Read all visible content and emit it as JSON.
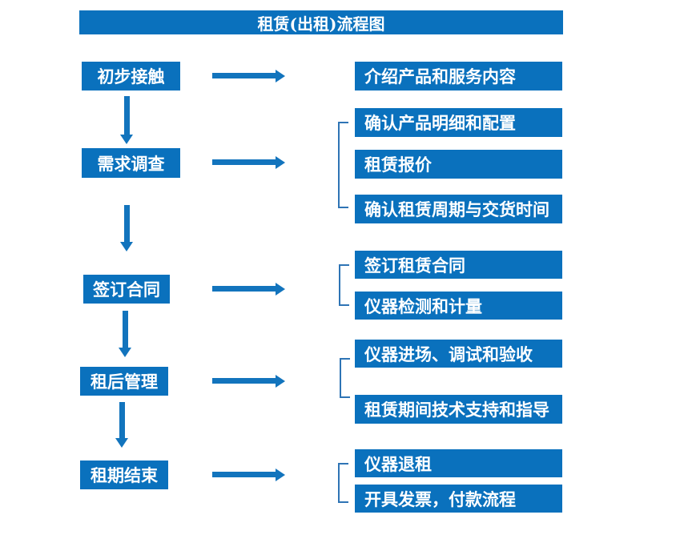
{
  "page": {
    "title": "租赁(出租)流程图"
  },
  "colors": {
    "box_blue": "#0a71bd",
    "arrow_blue": "#1274bd",
    "bracket_blue": "#2e74b5",
    "text_white": "#ffffff"
  },
  "steps": [
    {
      "label": "初步接触",
      "details": [
        "介绍产品和服务内容"
      ]
    },
    {
      "label": "需求调查",
      "details": [
        "确认产品明细和配置",
        "租赁报价",
        "确认租赁周期与交货时间"
      ]
    },
    {
      "label": "签订合同",
      "details": [
        "签订租赁合同",
        "仪器检测和计量"
      ]
    },
    {
      "label": "租后管理",
      "details": [
        "仪器进场、调试和验收",
        "租赁期间技术支持和指导"
      ]
    },
    {
      "label": "租期结束",
      "details": [
        "仪器退租",
        "开具发票，付款流程"
      ]
    }
  ]
}
